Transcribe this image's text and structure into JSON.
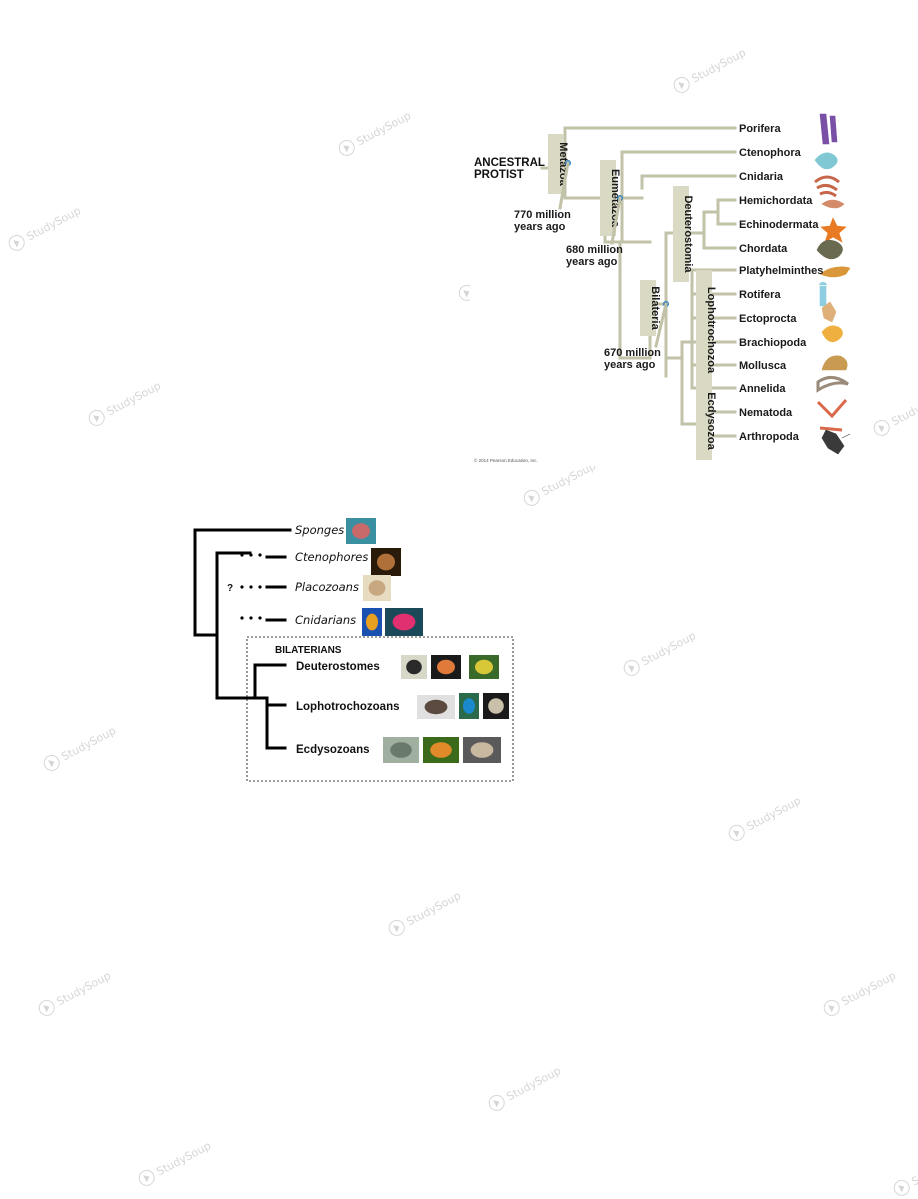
{
  "watermark": {
    "text": "StudySoup"
  },
  "figure1": {
    "root": "ANCESTRAL\nPROTIST",
    "clades": [
      "Metazoa",
      "Eumetazoa",
      "Deuterostomia",
      "Bilateria",
      "Lophotrochozoa",
      "Ecdysozoa"
    ],
    "node_times": [
      "770 million\nyears ago",
      "680 million\nyears ago",
      "670 million\nyears ago"
    ],
    "taxa": [
      "Porifera",
      "Ctenophora",
      "Cnidaria",
      "Hemichordata",
      "Echinodermata",
      "Chordata",
      "Platyhelminthes",
      "Rotifera",
      "Ectoprocta",
      "Brachiopoda",
      "Mollusca",
      "Annelida",
      "Nematoda",
      "Arthropoda"
    ],
    "copyright": "© 2014 Pearson Education, Inc.",
    "colors": {
      "line": "#c2c2a8",
      "clade_box": "#d9d9c4",
      "node": "#2f7fbf"
    }
  },
  "figure2": {
    "taxa": [
      "Sponges",
      "Ctenophores",
      "Placozoans",
      "Cnidarians"
    ],
    "question_mark": "?",
    "group_title": "BILATERIANS",
    "bilaterians": [
      "Deuterostomes",
      "Lophotrochozoans",
      "Ecdysozoans"
    ]
  }
}
